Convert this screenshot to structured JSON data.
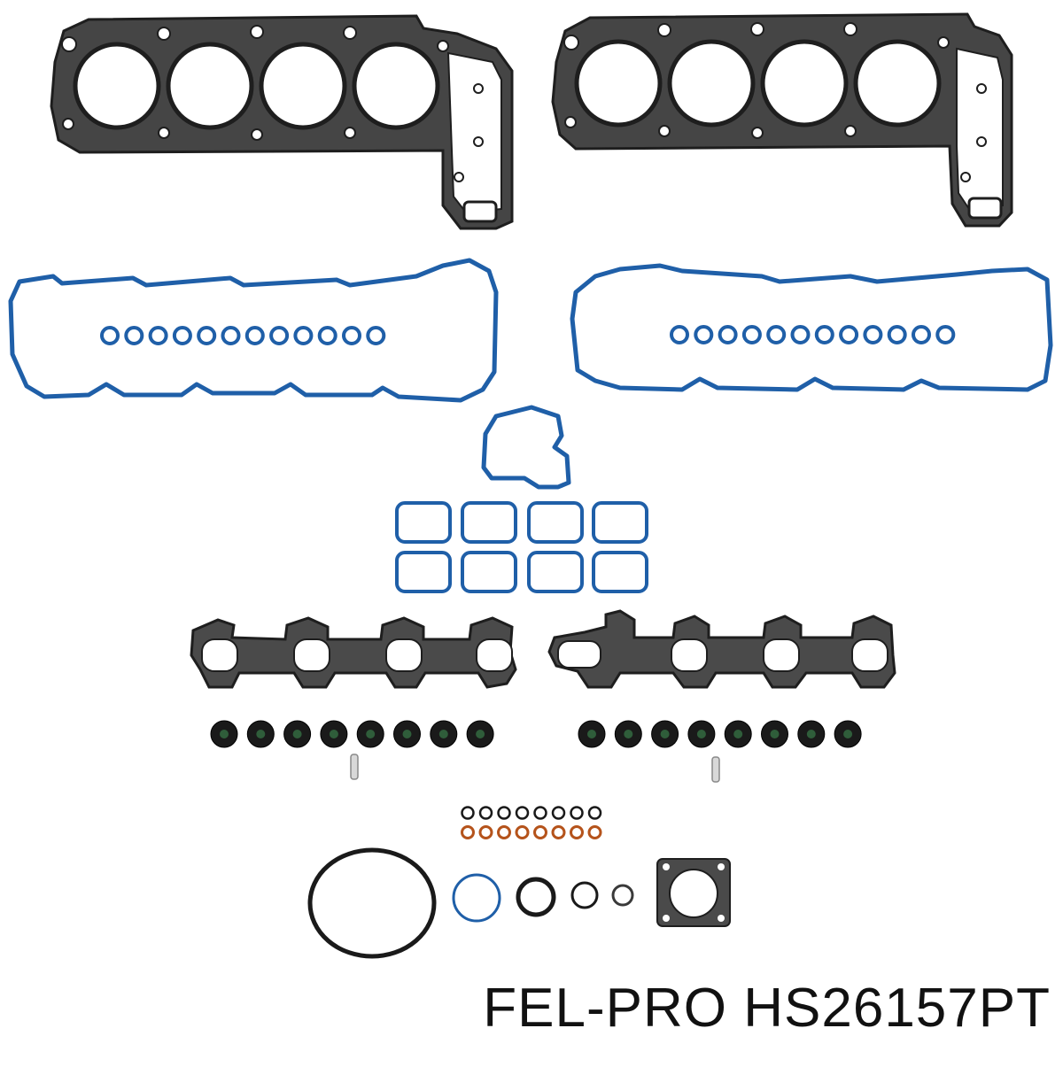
{
  "brand": "FEL-PRO",
  "part_number": "HS26157PT",
  "colors": {
    "metal_gasket": "#3a3a3a",
    "rubber_blue": "#1f5fa8",
    "seal_black": "#1a1a1a",
    "seal_orange": "#b5531b",
    "background": "#ffffff"
  },
  "kit_contents": [
    {
      "item": "cylinder-head-gasket",
      "qty": 2
    },
    {
      "item": "valve-cover-gasket",
      "qty": 2
    },
    {
      "item": "spark-plug-tube-seal",
      "qty": 24
    },
    {
      "item": "thermostat-housing-gasket",
      "qty": 1
    },
    {
      "item": "intake-port-gasket",
      "qty": 8
    },
    {
      "item": "exhaust-manifold-gasket",
      "qty": 2
    },
    {
      "item": "valve-stem-seal",
      "qty": 16
    },
    {
      "item": "dowel-pin",
      "qty": 2
    },
    {
      "item": "small-o-ring",
      "qty": 16
    },
    {
      "item": "large-o-ring",
      "qty": 5
    },
    {
      "item": "throttle-body-gasket",
      "qty": 1
    }
  ]
}
